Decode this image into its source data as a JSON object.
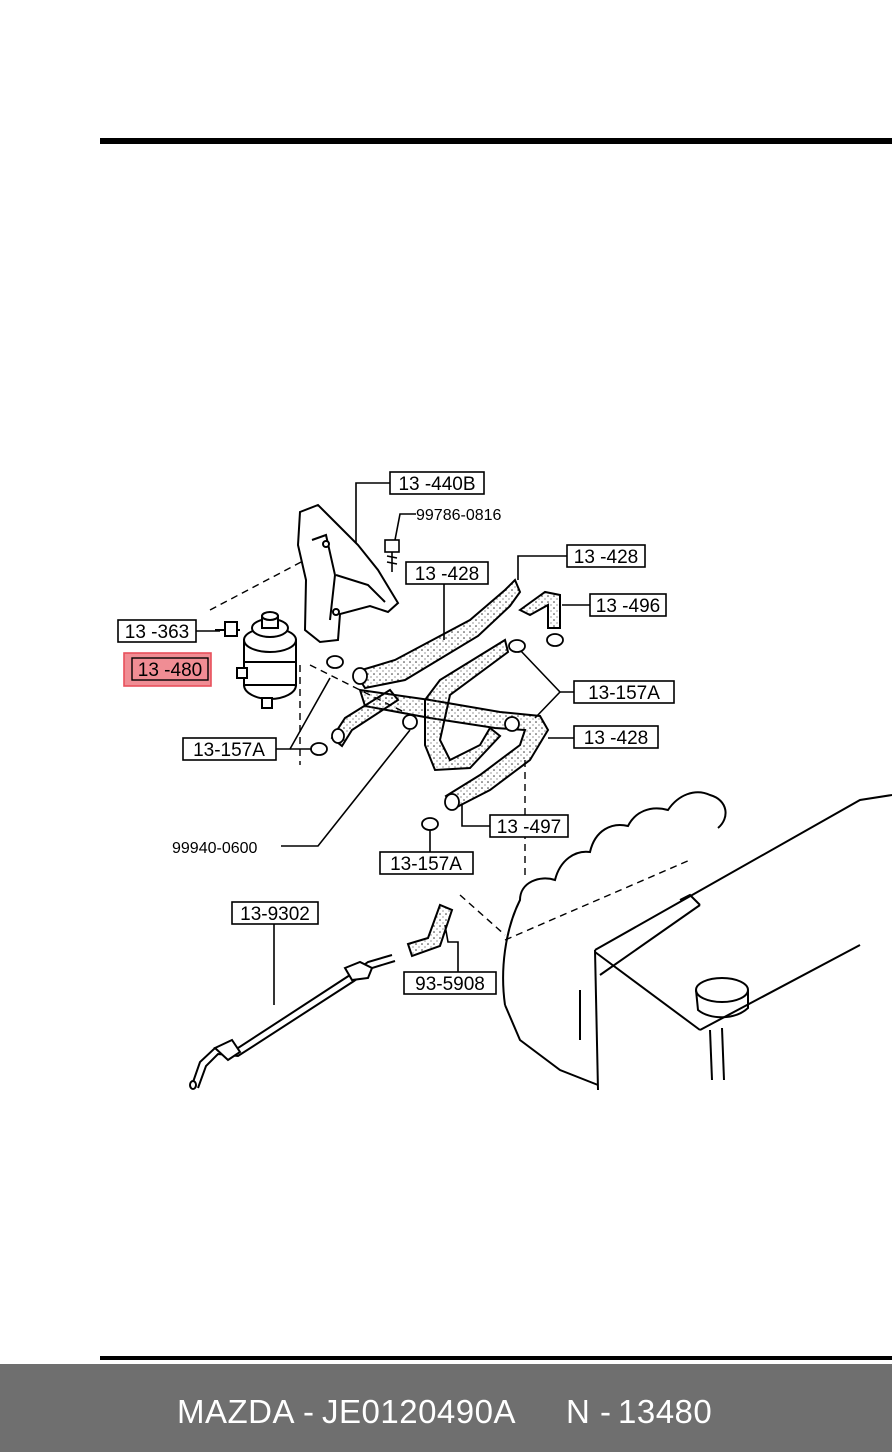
{
  "labels": {
    "p13_440b": "13 -440B",
    "p99786": "99786-0816",
    "p13_428_top": "13 -428",
    "p13_428_mid": "13 -428",
    "p13_496": "13 -496",
    "p13_363": "13 -363",
    "p13_480": "13 -480",
    "p13_157a_right": "13-157A",
    "p13_157a_left": "13-157A",
    "p13_428_low": "13 -428",
    "p99940": "99940-0600",
    "p13_497": "13 -497",
    "p13_157a_bottom": "13-157A",
    "p13_9302": "13-9302",
    "p93_5908": "93-5908"
  },
  "highlight_color": "#e8505b",
  "footer": {
    "brand": "MAZDA",
    "sep": "-",
    "part_number": "JE0120490A",
    "ref_prefix": "N -",
    "ref_number": "13480"
  }
}
